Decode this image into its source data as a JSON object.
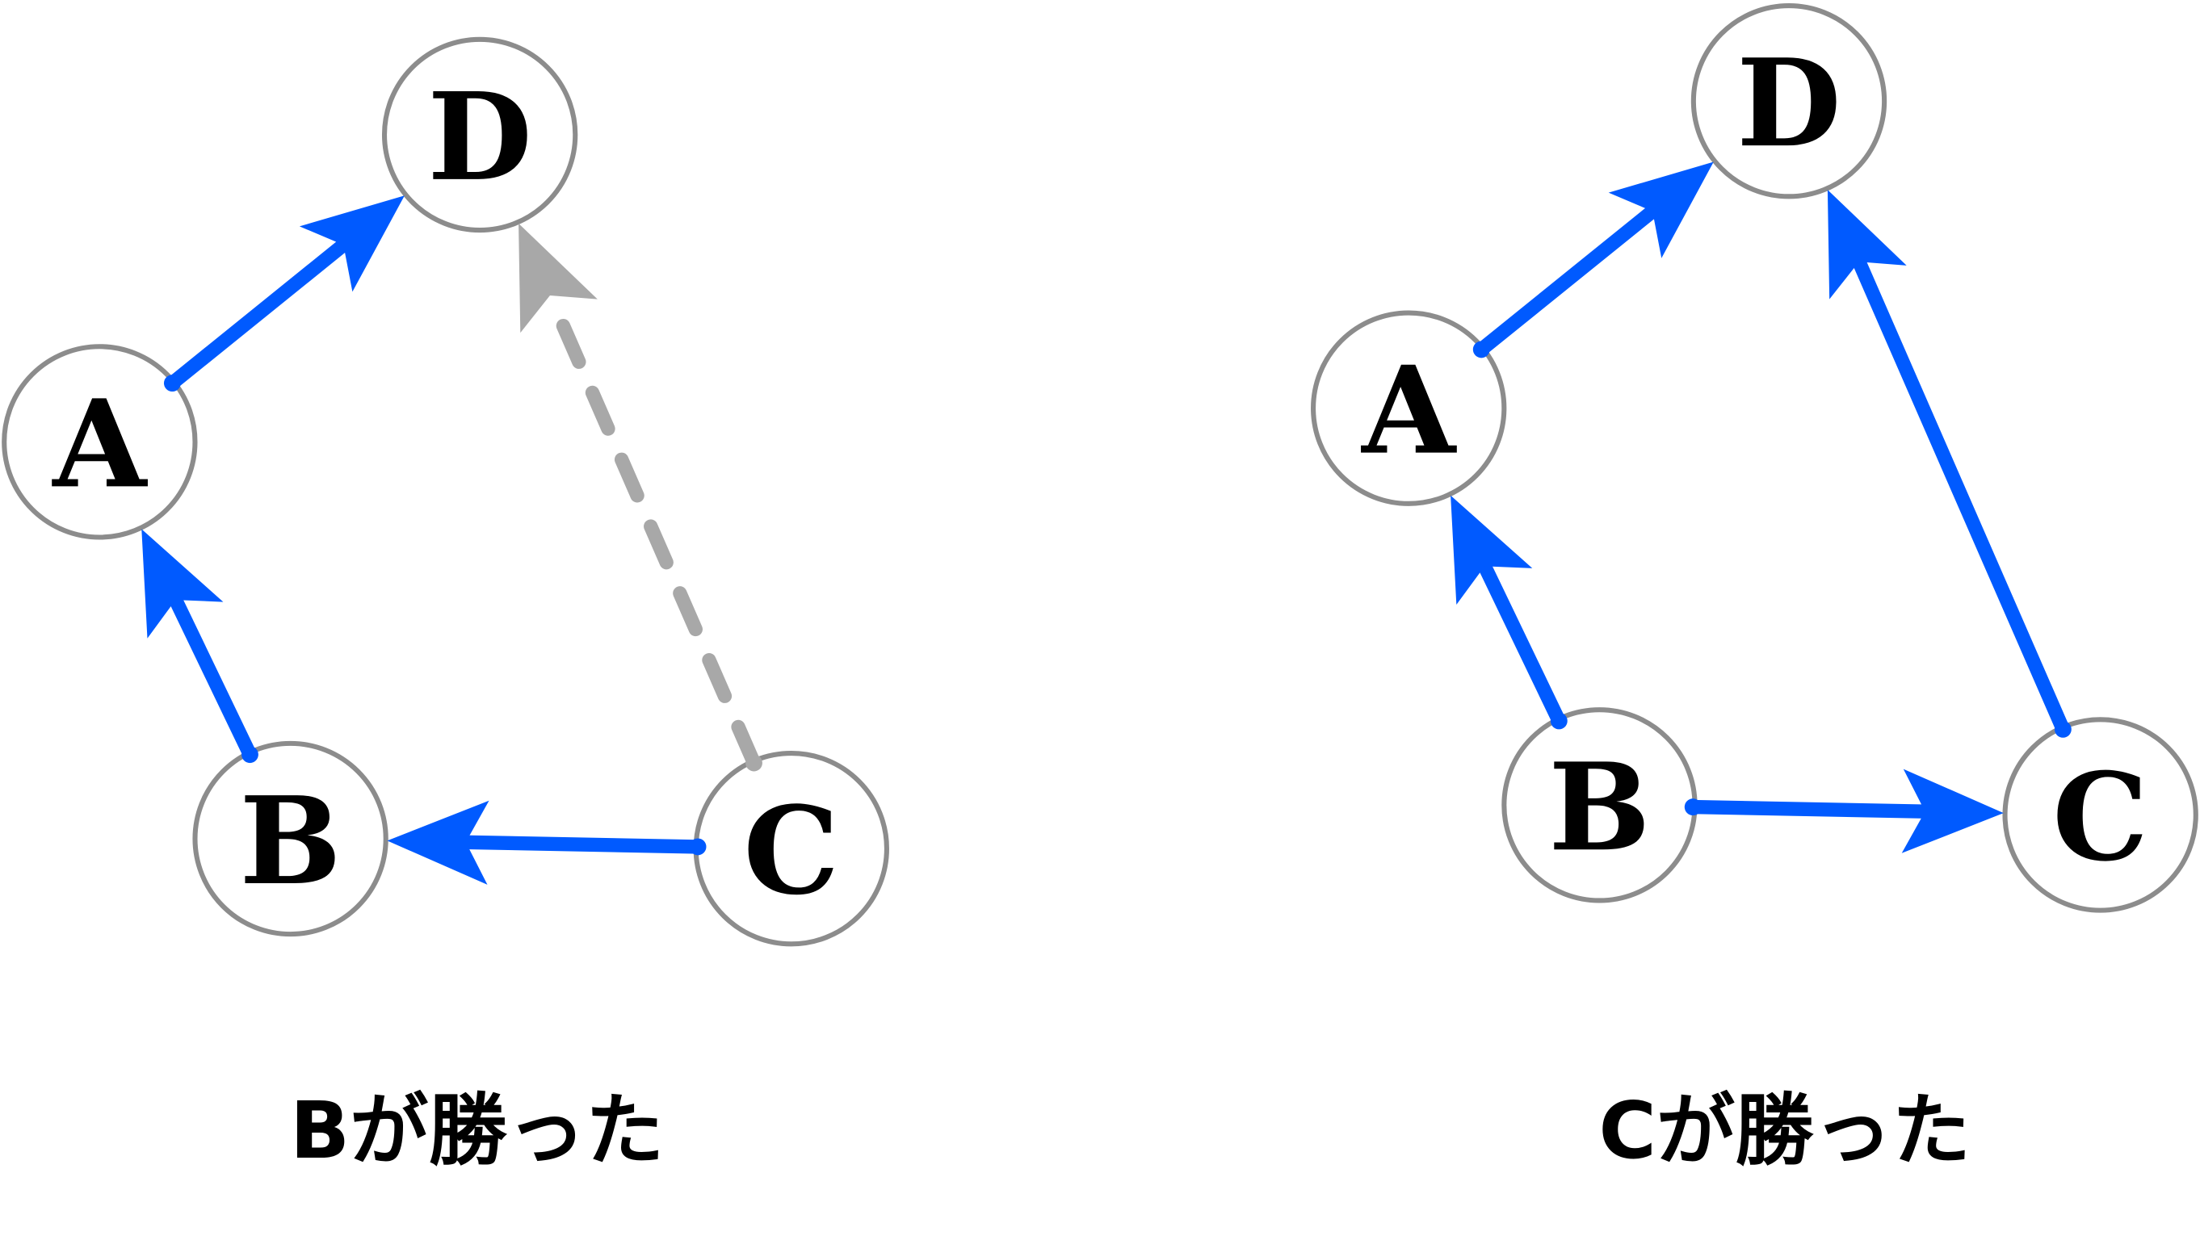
{
  "colors": {
    "win": "#005aff",
    "lose": "#a8a8a8",
    "node_stroke": "#8c8c8c"
  },
  "panels": [
    {
      "caption": "Bが勝った",
      "nodes": [
        {
          "id": "D",
          "label": "D"
        },
        {
          "id": "A",
          "label": "A"
        },
        {
          "id": "B",
          "label": "B"
        },
        {
          "id": "C",
          "label": "C"
        }
      ],
      "edges": [
        {
          "from": "A",
          "to": "D",
          "style": "solid"
        },
        {
          "from": "B",
          "to": "A",
          "style": "solid"
        },
        {
          "from": "C",
          "to": "B",
          "style": "solid"
        },
        {
          "from": "C",
          "to": "D",
          "style": "dashed"
        }
      ]
    },
    {
      "caption": "Cが勝った",
      "nodes": [
        {
          "id": "D",
          "label": "D"
        },
        {
          "id": "A",
          "label": "A"
        },
        {
          "id": "B",
          "label": "B"
        },
        {
          "id": "C",
          "label": "C"
        }
      ],
      "edges": [
        {
          "from": "A",
          "to": "D",
          "style": "solid"
        },
        {
          "from": "B",
          "to": "A",
          "style": "solid"
        },
        {
          "from": "B",
          "to": "C",
          "style": "solid"
        },
        {
          "from": "C",
          "to": "D",
          "style": "solid"
        }
      ]
    }
  ]
}
